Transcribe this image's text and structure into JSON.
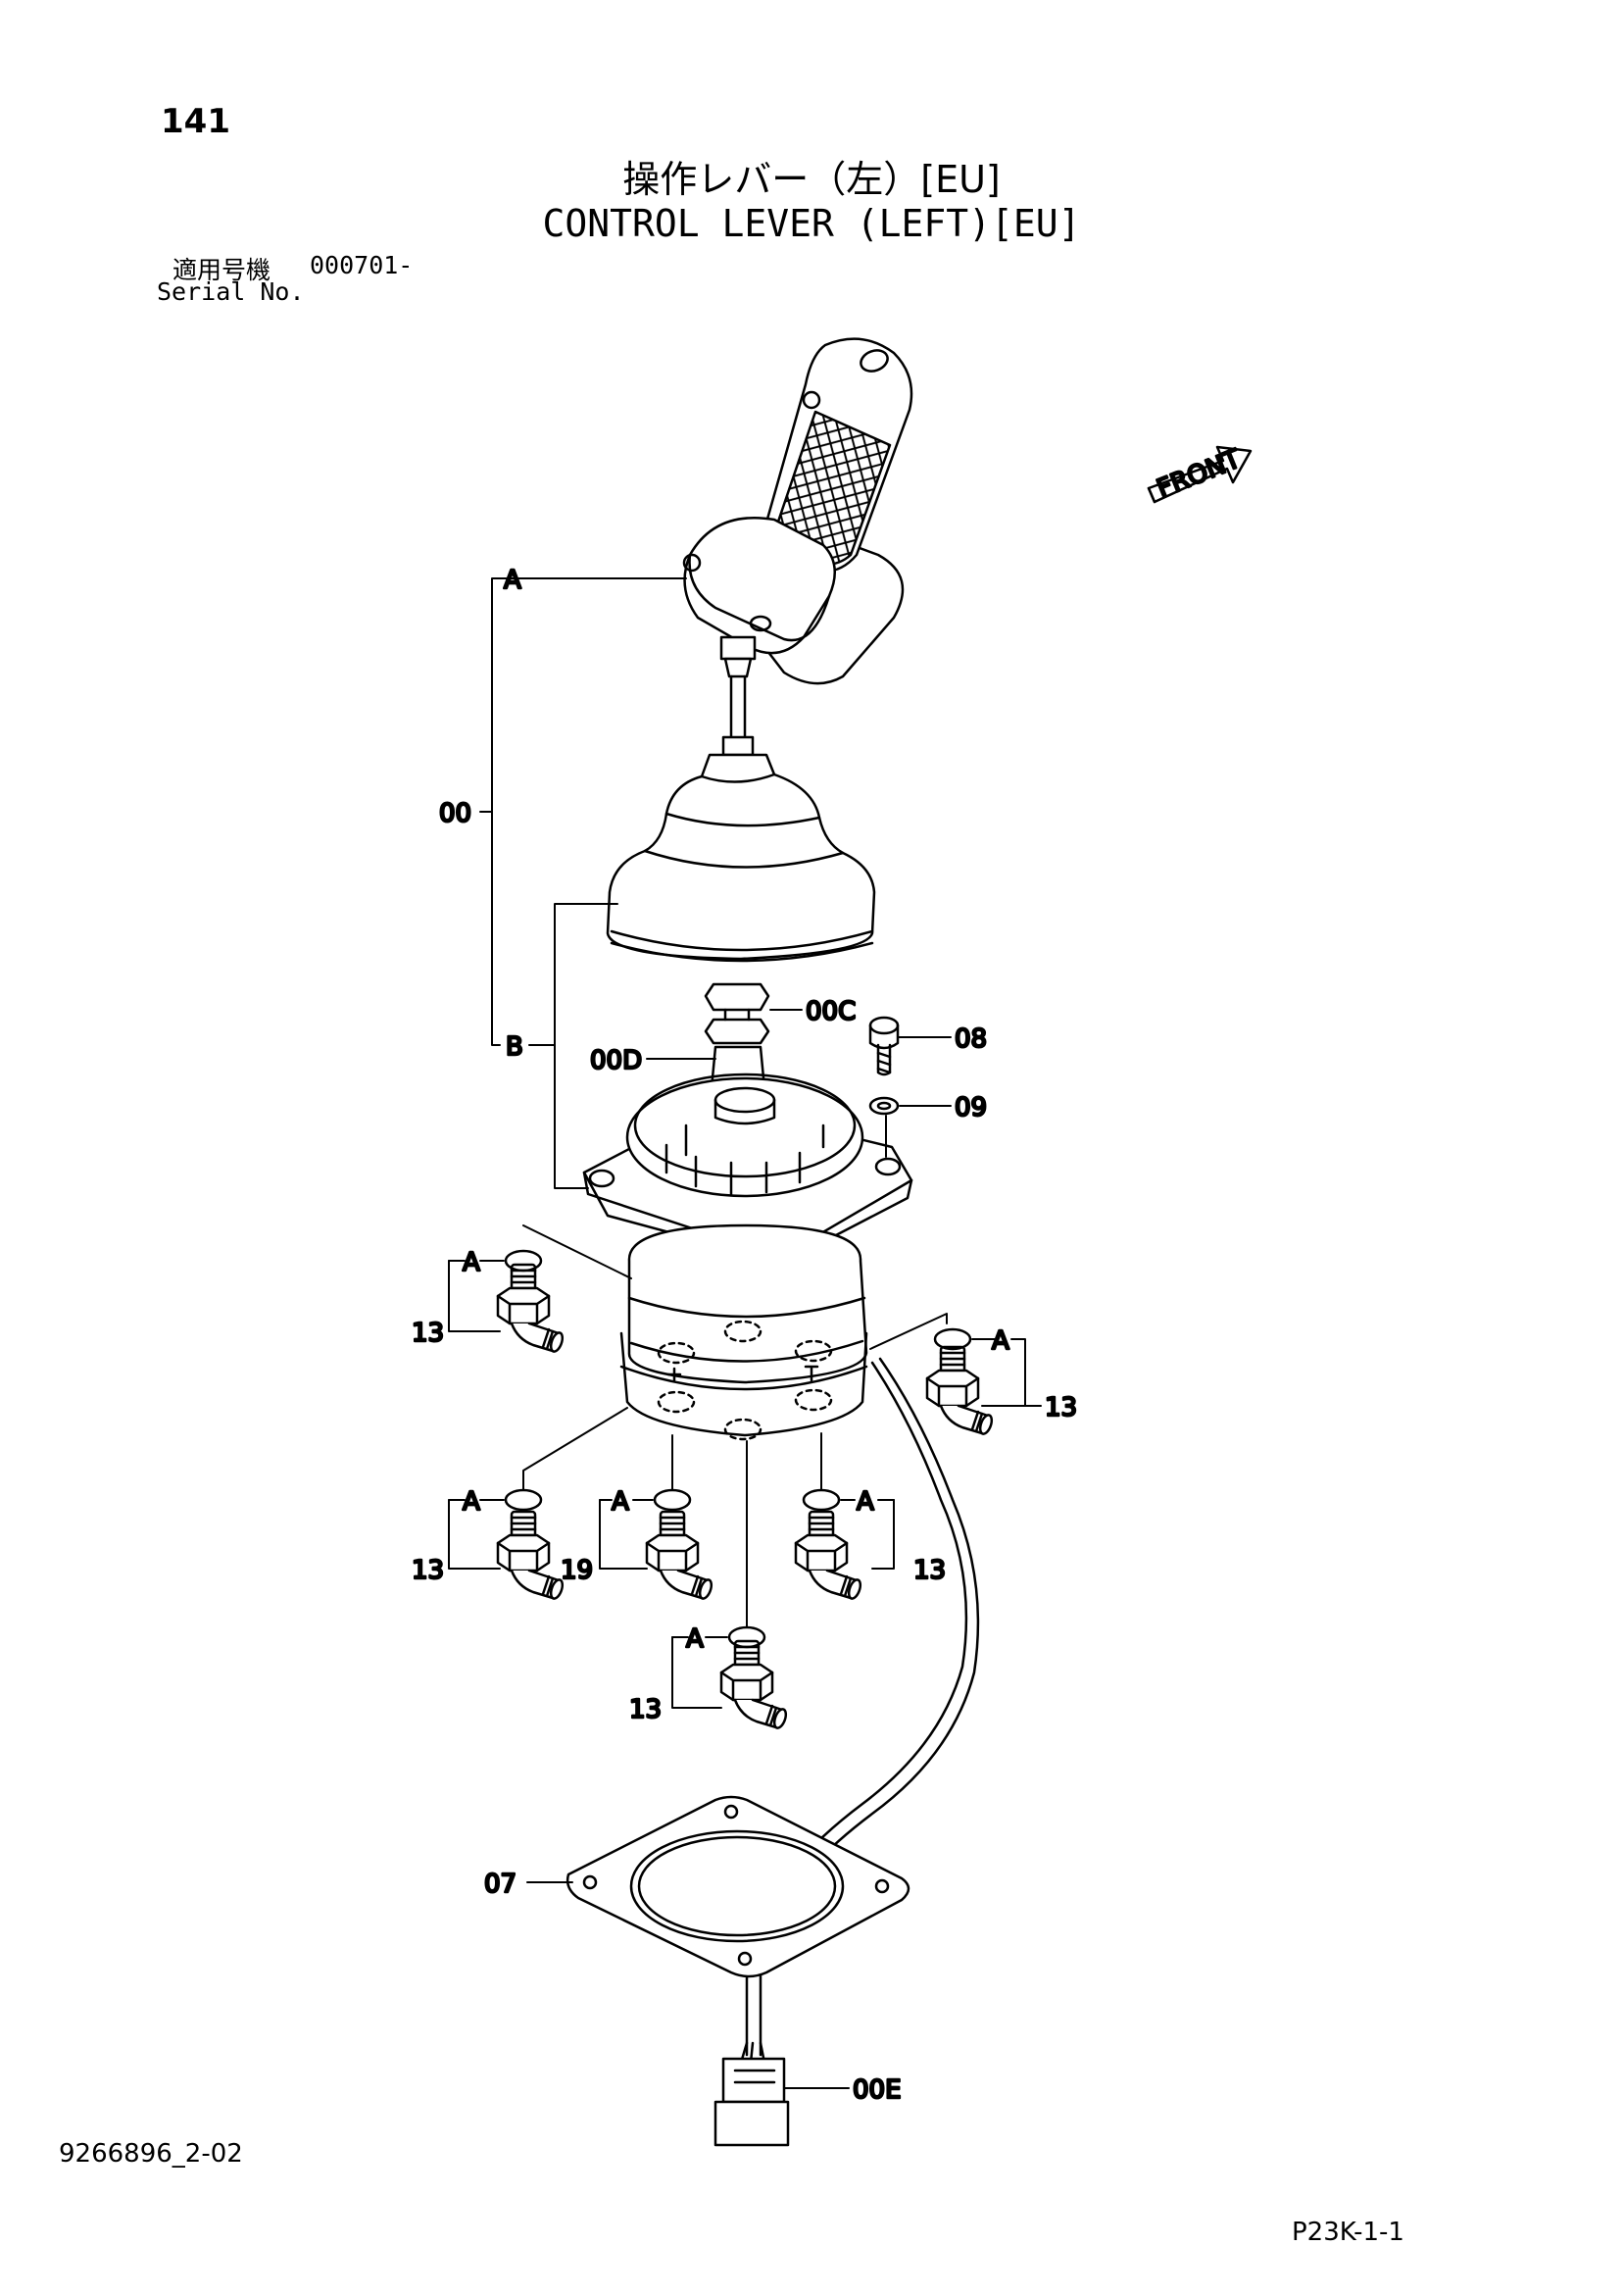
{
  "header": {
    "page_number": "141",
    "title_jp": "操作レバー（左）[EU]",
    "title_en": "CONTROL LEVER (LEFT)[EU]",
    "serial_label_jp": "適用号機",
    "serial_value": "000701-",
    "serial_label_en": "Serial No."
  },
  "diagram": {
    "front_label": "FRONT",
    "labels": {
      "a_top": "A",
      "b": "B",
      "assembly_00": "00",
      "part_00c": "00C",
      "part_00d": "00D",
      "part_08": "08",
      "part_09": "09",
      "part_07": "07",
      "part_00e": "00E",
      "a_fit_1": "A",
      "a_fit_2": "A",
      "a_fit_3": "A",
      "a_fit_4": "A",
      "a_fit_5": "A",
      "a_fit_6": "A",
      "fit_13_1": "13",
      "fit_13_2": "13",
      "fit_13_3": "13",
      "fit_19": "19",
      "fit_13_4": "13",
      "fit_13_5": "13"
    }
  },
  "footer": {
    "doc_code": "9266896_2-02",
    "page_ref": "P23K-1-1"
  }
}
